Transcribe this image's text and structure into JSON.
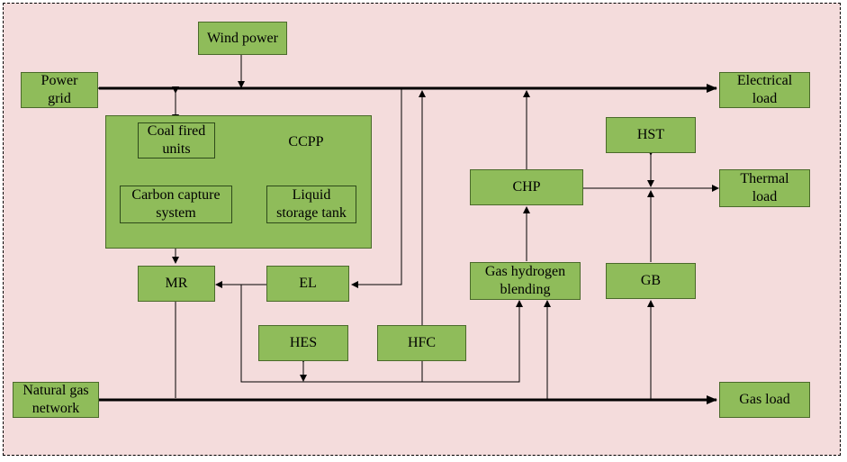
{
  "colors": {
    "background": "#f4dcdc",
    "box_fill": "#8fbc5a",
    "line": "#000000"
  },
  "nodes": {
    "wind_power": "Wind power",
    "power_grid": "Power\ngrid",
    "electrical_load": "Electrical\nload",
    "ccpp": "CCPP",
    "coal_fired_units": "Coal fired\nunits",
    "carbon_capture_system": "Carbon capture\nsystem",
    "liquid_storage_tank": "Liquid\nstorage tank",
    "hst": "HST",
    "chp": "CHP",
    "thermal_load": "Thermal\nload",
    "mr": "MR",
    "el": "EL",
    "gas_hydrogen_blending": "Gas hydrogen\nblending",
    "gb": "GB",
    "hes": "HES",
    "hfc": "HFC",
    "natural_gas_network": "Natural gas\nnetwork",
    "gas_load": "Gas load"
  }
}
